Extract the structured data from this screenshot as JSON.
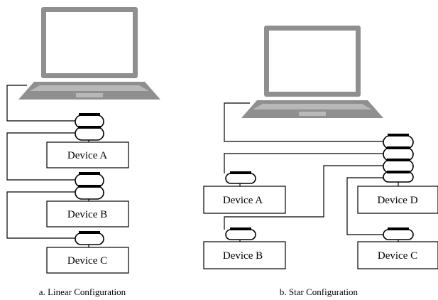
{
  "colors": {
    "laptop": "#8f8f8f",
    "laptop_light": "#bdbdbd",
    "connector": "#000000",
    "line": "#000000",
    "box_fill": "#ffffff"
  },
  "linear": {
    "devices": [
      "Device A",
      "Device B",
      "Device C"
    ],
    "caption": "a. Linear Configuration"
  },
  "star": {
    "devices": [
      "Device A",
      "Device B",
      "Device C",
      "Device D"
    ],
    "caption": "b. Star Configuration"
  }
}
